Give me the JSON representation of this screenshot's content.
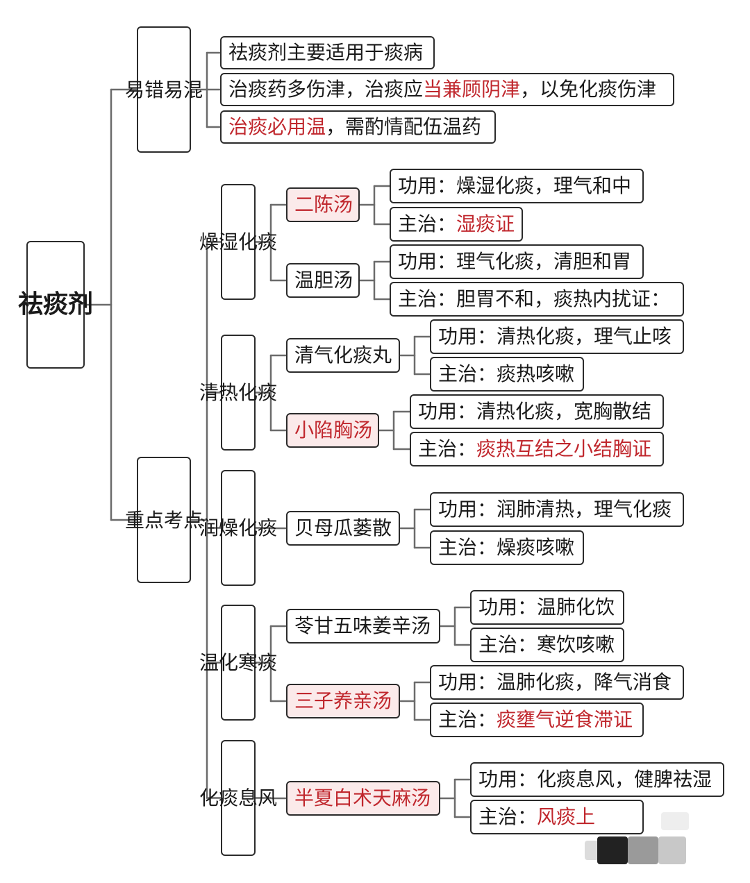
{
  "root": {
    "label": "祛痰剂"
  },
  "sections": {
    "easy_confuse": {
      "label": "易错易混",
      "items": [
        {
          "text": "祛痰剂主要适用于痰病"
        },
        {
          "pre": "治痰药多伤津，治痰应",
          "red": "当兼顾阴津",
          "post": "，以免化痰伤津"
        },
        {
          "red": "治痰必用温",
          "post": "，需酌情配伍温药"
        }
      ]
    },
    "key_points": {
      "label": "重点考点",
      "groups": [
        {
          "label": "燥湿化痰",
          "formulas": [
            {
              "name": "二陈汤",
              "highlight": true,
              "effect": "功用：燥湿化痰，理气和中",
              "indication_prefix": "主治：",
              "indication": "湿痰证",
              "indication_highlight": true
            },
            {
              "name": "温胆汤",
              "highlight": false,
              "effect": "功用：理气化痰，清胆和胃",
              "indication_prefix": "主治：",
              "indication": "胆胃不和，痰热内扰证：",
              "indication_highlight": false
            }
          ]
        },
        {
          "label": "清热化痰",
          "formulas": [
            {
              "name": "清气化痰丸",
              "highlight": false,
              "effect": "功用：清热化痰，理气止咳",
              "indication_prefix": "主治：",
              "indication": "痰热咳嗽",
              "indication_highlight": false
            },
            {
              "name": "小陷胸汤",
              "highlight": true,
              "effect": "功用：清热化痰，宽胸散结",
              "indication_prefix": "主治：",
              "indication": "痰热互结之小结胸证",
              "indication_highlight": true
            }
          ]
        },
        {
          "label": "润燥化痰",
          "formulas": [
            {
              "name": "贝母瓜蒌散",
              "highlight": false,
              "effect": "功用：润肺清热，理气化痰",
              "indication_prefix": "主治：",
              "indication": "燥痰咳嗽",
              "indication_highlight": false
            }
          ]
        },
        {
          "label": "温化寒痰",
          "formulas": [
            {
              "name": "苓甘五味姜辛汤",
              "highlight": false,
              "effect": "功用：温肺化饮",
              "indication_prefix": "主治：",
              "indication": "寒饮咳嗽",
              "indication_highlight": false
            },
            {
              "name": "三子养亲汤",
              "highlight": true,
              "effect": "功用：温肺化痰，降气消食",
              "indication_prefix": "主治：",
              "indication": "痰壅气逆食滞证",
              "indication_highlight": true
            }
          ]
        },
        {
          "label": "化痰息风",
          "formulas": [
            {
              "name": "半夏白术天麻汤",
              "highlight": true,
              "effect": "功用：化痰息风，健脾祛湿",
              "indication_prefix": "主治：",
              "indication": "风痰上",
              "indication_highlight": true
            }
          ]
        }
      ]
    }
  },
  "colors": {
    "highlight_text": "#c0272d",
    "highlight_fill": "#fbeaea",
    "line": "#6b6b6b",
    "border": "#2b2b2b"
  }
}
